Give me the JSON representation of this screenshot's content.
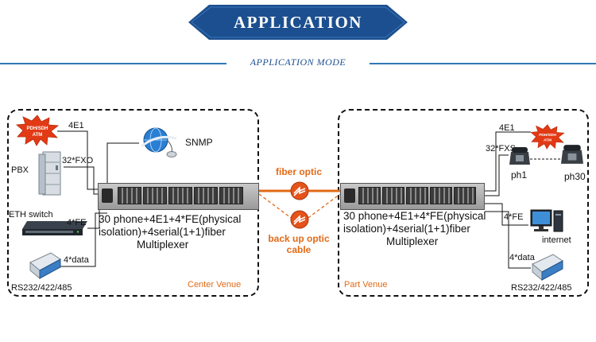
{
  "header": {
    "title": "APPLICATION",
    "subtitle": "APPLICATION MODE"
  },
  "colors": {
    "banner": "#1c4f8f",
    "rule": "#2f79b9",
    "accent": "#e26a17",
    "dashed_box": "#111111"
  },
  "center_venue": {
    "label": "Center Venue",
    "devices": {
      "pbx": "PBX",
      "eth_switch": "ETH switch",
      "snmp": "SNMP",
      "serial": "RS232/422/485",
      "network_badge": "PDH/SDH\nATM"
    },
    "links": {
      "e1": "4E1",
      "fxo": "32*FXO",
      "fe": "4*FE",
      "data": "4*data"
    },
    "mux_description": [
      "30 phone+4E1+4*FE(physical",
      "isolation)+4serial(1+1)fiber",
      "Multiplexer"
    ]
  },
  "fiber": {
    "primary": "fiber optic",
    "backup": [
      "back up optic",
      "cable"
    ]
  },
  "part_venue": {
    "label": "Part Venue",
    "devices": {
      "phone_first": "ph1",
      "phone_last": "ph30",
      "internet": "internet",
      "serial": "RS232/422/485",
      "network_badge": "PDH/SDH\nATM"
    },
    "links": {
      "e1": "4E1",
      "fxs": "32*FXS",
      "fe": "4*FE",
      "data": "4*data"
    },
    "mux_description": [
      "30 phone+4E1+4*FE(physical",
      "isolation)+4serial(1+1)fiber",
      "Multiplexer"
    ]
  }
}
